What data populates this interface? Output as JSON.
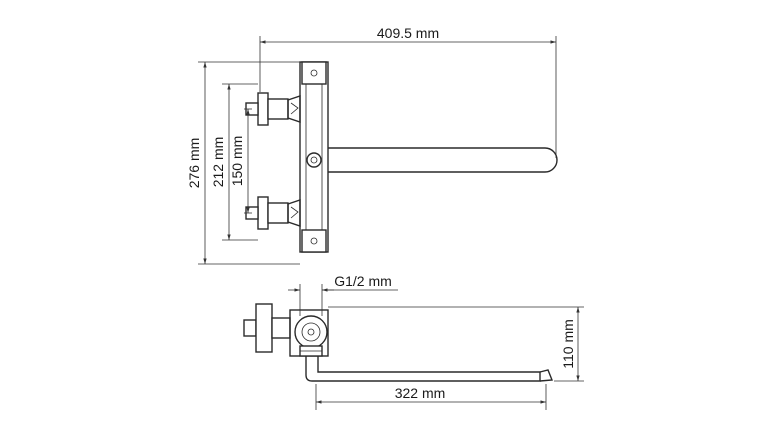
{
  "dimensions": {
    "overall_width": "409.5 mm",
    "overall_height": "276 mm",
    "inlet_height_outer": "212 mm",
    "inlet_center_distance": "150 mm",
    "thread_size": "G1/2 mm",
    "spout_height": "110 mm",
    "spout_reach": "322 mm"
  },
  "colors": {
    "line": "#2a2a2a",
    "background": "#ffffff"
  }
}
